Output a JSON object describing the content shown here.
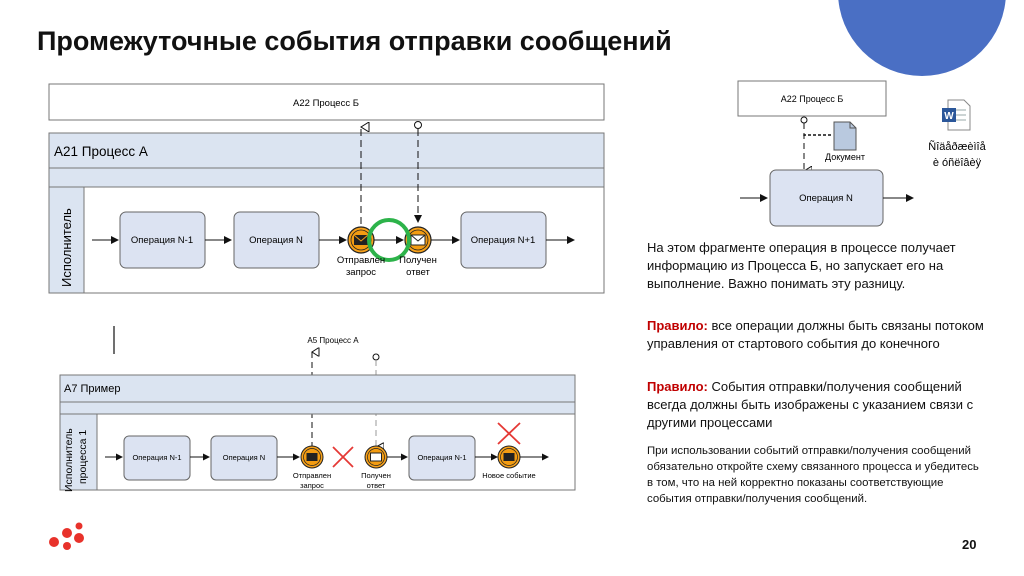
{
  "slide": {
    "title": "Промежуточные события отправки сообщений",
    "page_number": "20"
  },
  "diagram1": {
    "pool_b": "А22 Процесс Б",
    "pool_a": "А21 Процесс А",
    "lane": "Исполнитель",
    "tasks": [
      "Операция N-1",
      "Операция N",
      "Операция N+1"
    ],
    "event_send_line1": "Отправлен",
    "event_send_line2": "запрос",
    "event_recv_line1": "Получен",
    "event_recv_line2": "ответ"
  },
  "diagram2": {
    "pool_b": "А22 Процесс Б",
    "document": "Документ",
    "task": "Операция N",
    "word_label_line1": "Ñîäåðæèìîå",
    "word_label_line2": "è óñëîâèÿ"
  },
  "diagram3": {
    "pool_top": "А5 Процесс А",
    "pool": "А7 Пример",
    "lane_line1": "Исполнитель",
    "lane_line2": "процесса 1",
    "tasks": [
      "Операция N-1",
      "Операция N",
      "Операция N-1"
    ],
    "event_send_line1": "Отправлен",
    "event_send_line2": "запрос",
    "event_recv_line1": "Получен",
    "event_recv_line2": "ответ",
    "event_new": "Новое событие"
  },
  "text": {
    "p1": "На этом фрагменте операция в процессе получает информацию из Процесса Б, но запускает его на выполнение. Важно понимать эту разницу.",
    "rule_label": "Правило:",
    "rule1": "все операции должны быть связаны потоком управления от стартового события до конечного",
    "rule2": "События отправки/получения сообщений всегда должны быть изображены с указанием связи с другими процессами",
    "note": "При использовании событий отправки/получения сообщений обязательно откройте схему связанного процесса и убедитесь в том, что на ней корректно показаны соответствующие события отправки/получения сообщений."
  },
  "colors": {
    "accent_blue": "#4a6fc4",
    "rule_red": "#c00000",
    "task_fill": "#dce3f2",
    "event_orange": "#f39c12",
    "highlight_green": "#2db34a",
    "cross_red": "#e53935",
    "logo_red": "#e8322b"
  },
  "icons": [
    "envelope-icon",
    "word-document-icon",
    "cross-icon",
    "logo-dots"
  ]
}
